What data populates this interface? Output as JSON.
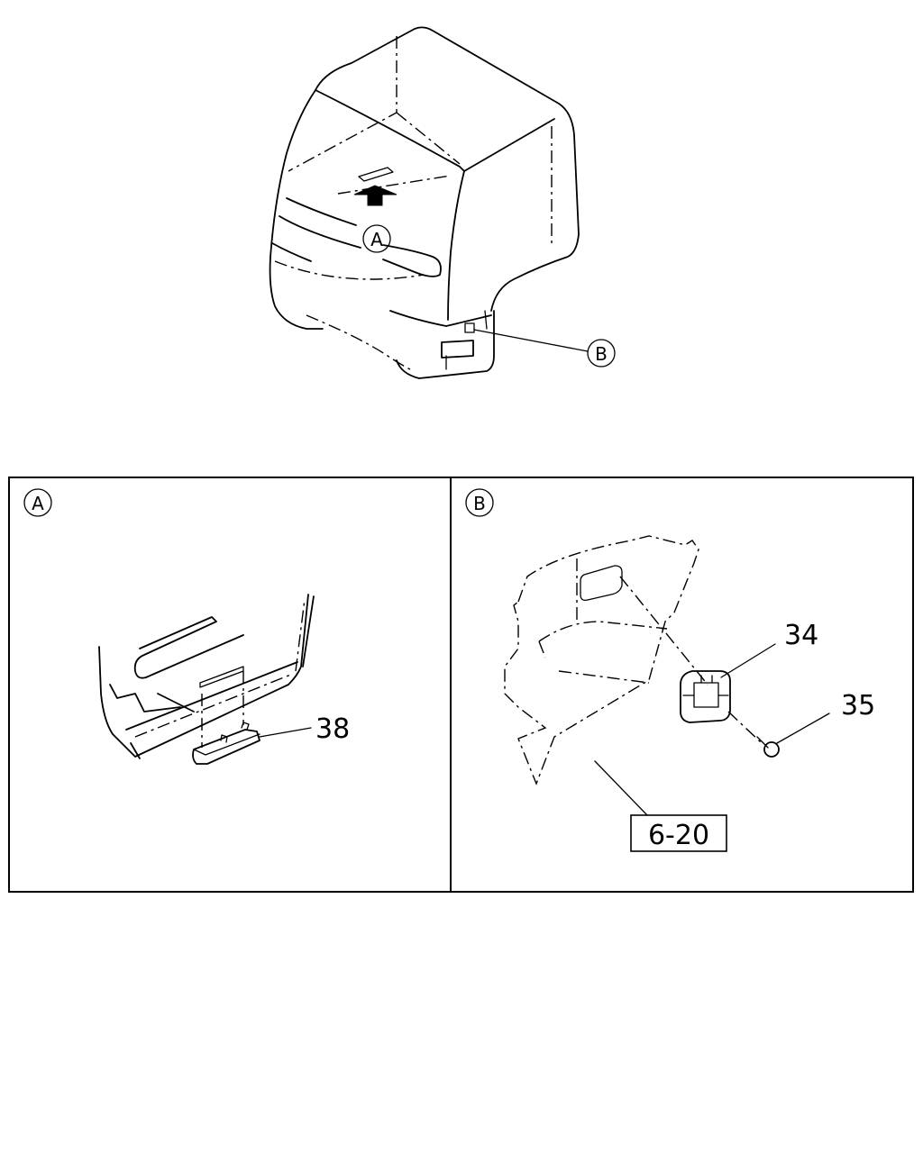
{
  "overview": {
    "callout_a": "A",
    "callout_b": "B"
  },
  "panel_a": {
    "badge": "A",
    "part_38": "38"
  },
  "panel_b": {
    "badge": "B",
    "part_34": "34",
    "part_35": "35",
    "ref_box": "6-20"
  }
}
